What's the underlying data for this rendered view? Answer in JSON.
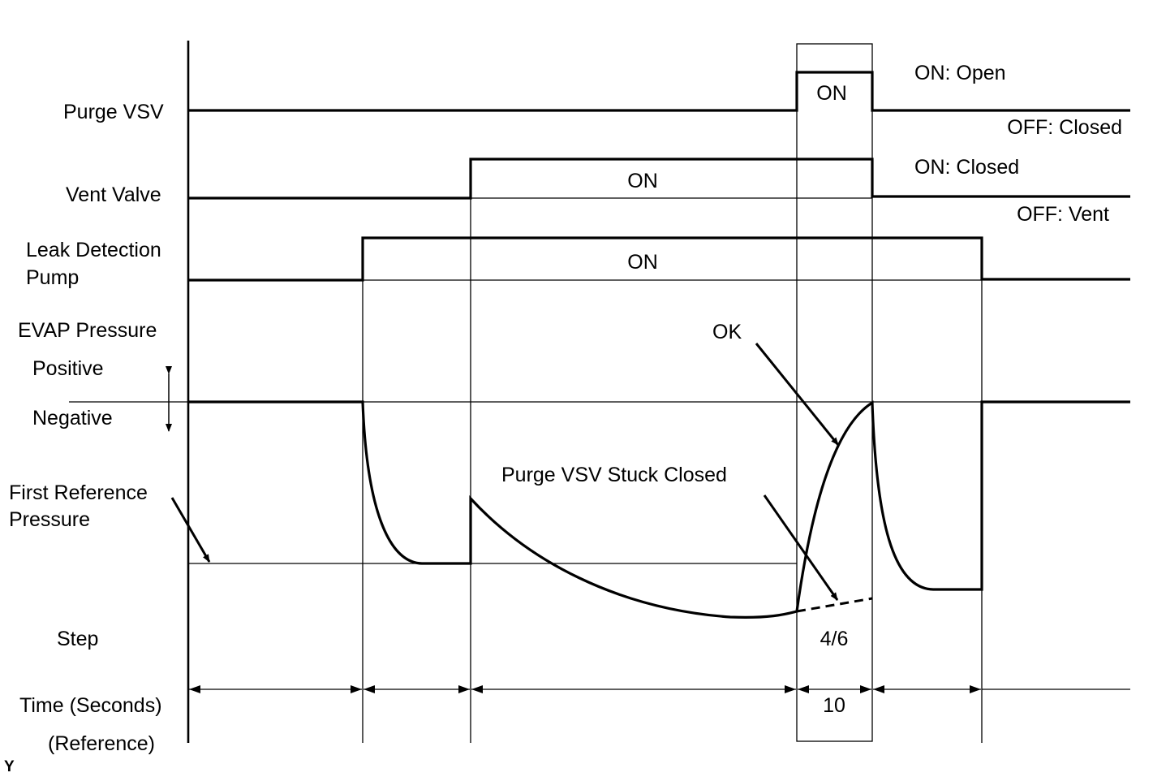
{
  "signals": {
    "purge_vsv": "Purge VSV",
    "vent_valve": "Vent Valve",
    "leak_pump_line1": "Leak Detection",
    "leak_pump_line2": "Pump",
    "evap_pressure": "EVAP Pressure",
    "positive": "Positive",
    "negative": "Negative",
    "first_ref_line1": "First Reference",
    "first_ref_line2": "Pressure",
    "step": "Step",
    "time_line1": "Time (Seconds)",
    "time_line2": "(Reference)"
  },
  "states": {
    "purge_on": "ON",
    "vent_on": "ON",
    "pump_on": "ON"
  },
  "legend": {
    "purge_on": "ON: Open",
    "purge_off": "OFF: Closed",
    "vent_on": "ON: Closed",
    "vent_off": "OFF: Vent"
  },
  "annotations": {
    "ok": "OK",
    "stuck": "Purge VSV Stuck Closed"
  },
  "step_value": "4/6",
  "time_value": "10",
  "corner_mark": "Y"
}
